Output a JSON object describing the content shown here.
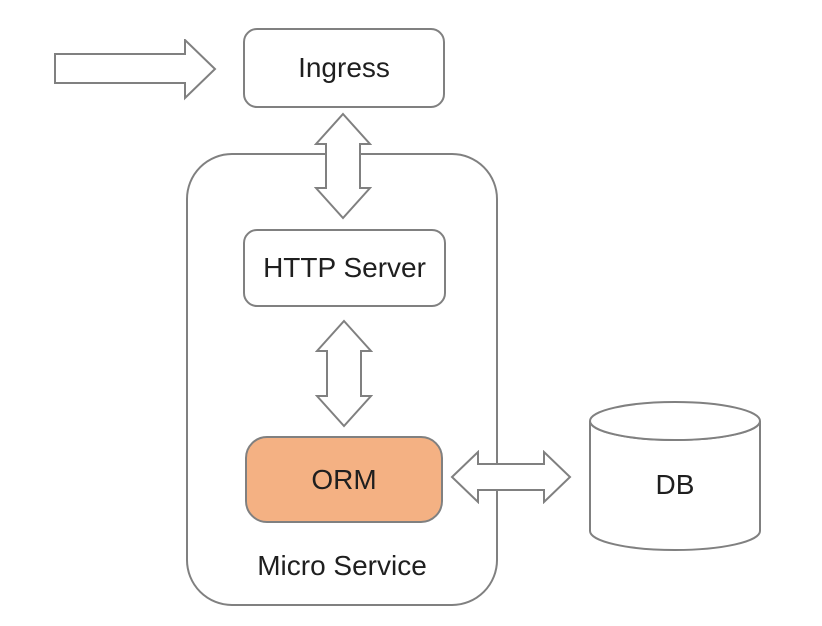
{
  "diagram": {
    "nodes": {
      "ingress": {
        "label": "Ingress",
        "shape": "rounded-rect",
        "fill": "#ffffff"
      },
      "http_server": {
        "label": "HTTP Server",
        "shape": "rounded-rect",
        "fill": "#ffffff"
      },
      "orm": {
        "label": "ORM",
        "shape": "rounded-rect",
        "fill": "#f4b183"
      },
      "db": {
        "label": "DB",
        "shape": "cylinder",
        "fill": "#ffffff"
      },
      "micro_service": {
        "label": "Micro Service",
        "shape": "container",
        "fill": "#ffffff"
      }
    },
    "connectors": {
      "inbound": {
        "shape": "right-arrow",
        "from": "external",
        "to": "ingress"
      },
      "ingress_http": {
        "shape": "double-arrow-vertical",
        "from": "ingress",
        "to": "http_server"
      },
      "http_orm": {
        "shape": "double-arrow-vertical",
        "from": "http_server",
        "to": "orm"
      },
      "orm_db": {
        "shape": "double-arrow-horizontal",
        "from": "orm",
        "to": "db"
      }
    },
    "colors": {
      "stroke": "#808080",
      "text": "#1f1f1f",
      "orm_fill": "#f4b183",
      "background": "#ffffff"
    }
  }
}
